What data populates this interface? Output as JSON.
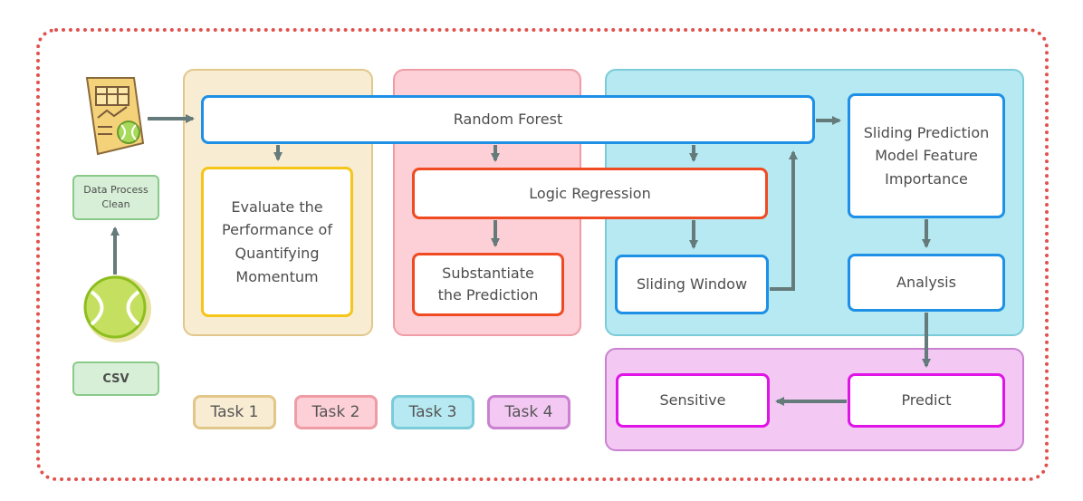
{
  "nodes": {
    "random_forest": "Random Forest",
    "evaluate": "Evaluate the Performance of Quantifying Momentum",
    "logic_regression": "Logic Regression",
    "substantiate": "Substantiate the Prediction",
    "sliding_window": "Sliding Window",
    "sliding_prediction": "Sliding Prediction Model Feature Importance",
    "analysis": "Analysis",
    "predict": "Predict",
    "sensitive": "Sensitive",
    "data_process": "Data Process Clean",
    "csv": "CSV"
  },
  "legend": {
    "task1": "Task 1",
    "task2": "Task 2",
    "task3": "Task 3",
    "task4": "Task 4"
  },
  "colors": {
    "frame": "#e0524d",
    "task1": "#f8ecd3",
    "task2": "#fcd0d6",
    "task3": "#b6e9f1",
    "task4": "#f3c9f4",
    "arrow": "#657a7a"
  },
  "icons": [
    "document-chart-icon",
    "tennis-ball-icon"
  ]
}
